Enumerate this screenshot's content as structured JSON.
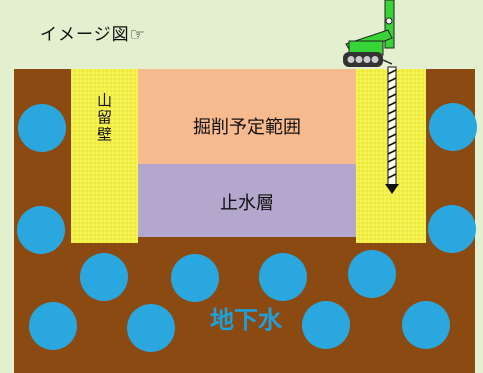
{
  "header": {
    "title": "イメージ図☞"
  },
  "labels": {
    "retaining_wall": "山留壁",
    "excavation_area": "掘削予定範囲",
    "impermeable_layer": "止水層",
    "groundwater": "地下水"
  },
  "icons": {
    "pointer": "hand-pointing-right-icon",
    "machine": "crawler-drilling-rig-icon",
    "water": "water-bubble-icon"
  },
  "colors": {
    "background": "#e3efce",
    "ground": "#8b4a12",
    "wall": "#f4f146",
    "excavation": "#f7b98e",
    "impermeable": "#b4a7ce",
    "water": "#2aa7df",
    "groundwater_text": "#1ea0da",
    "machine": "#38d338"
  }
}
